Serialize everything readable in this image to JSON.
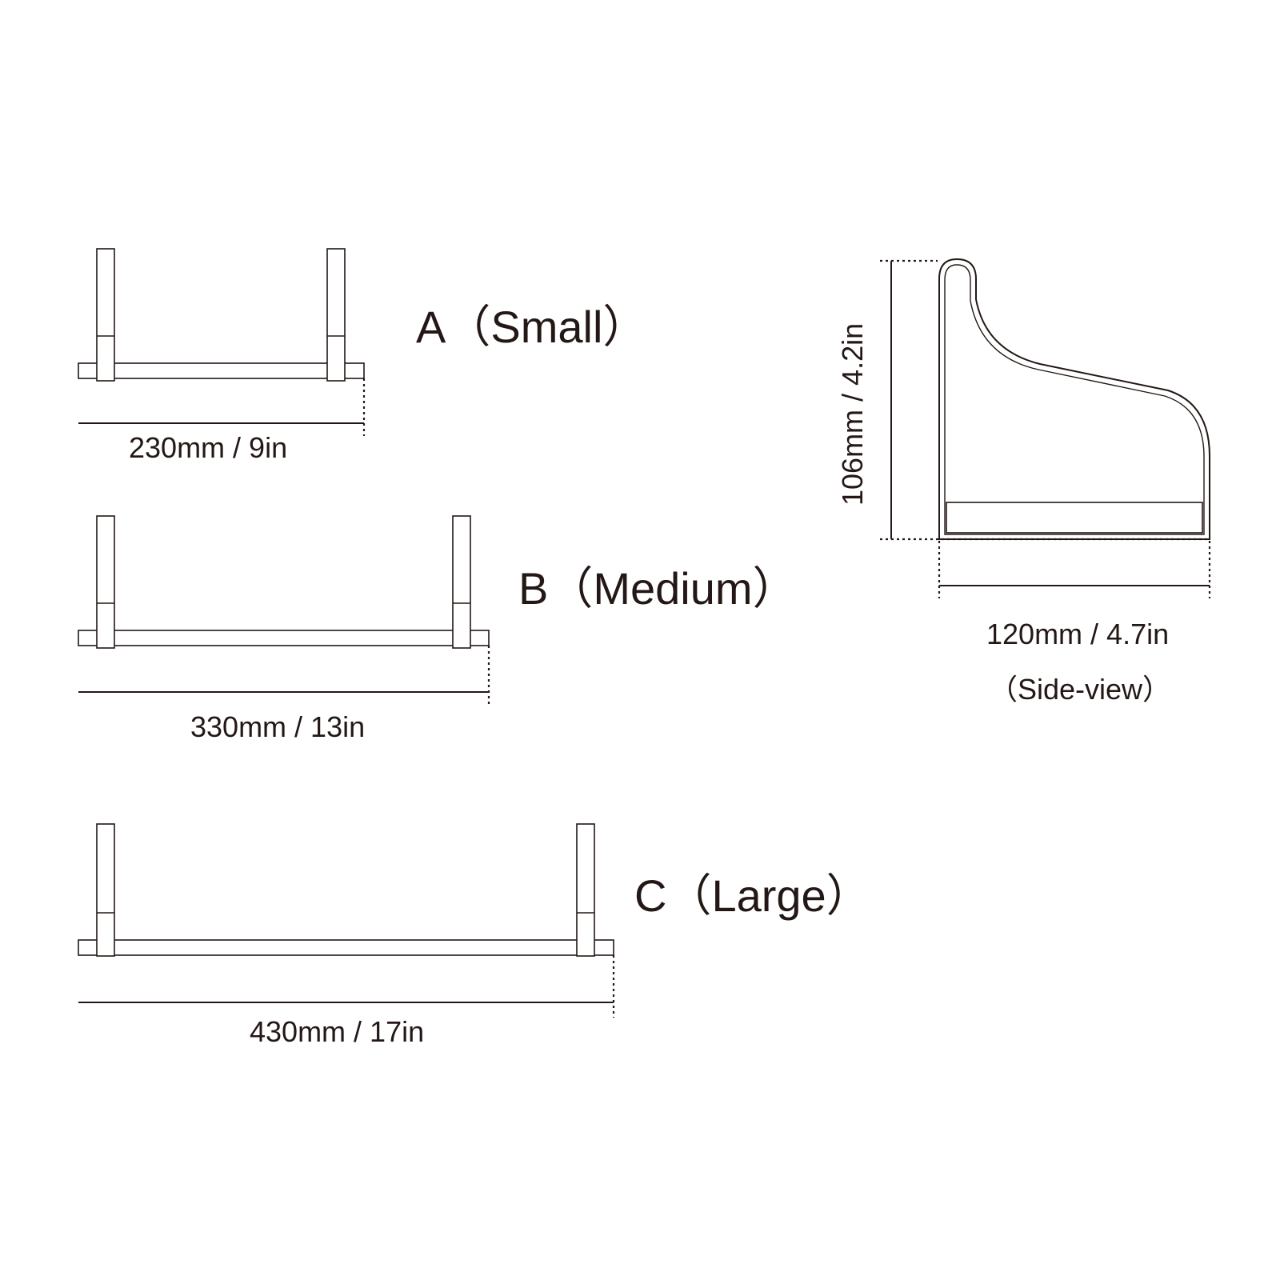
{
  "diagram": {
    "shelves": [
      {
        "id": "a",
        "title": "A（Small）",
        "dimension": "230mm / 9in"
      },
      {
        "id": "b",
        "title": "B（Medium）",
        "dimension": "330mm / 13in"
      },
      {
        "id": "c",
        "title": "C（Large）",
        "dimension": "430mm / 17in"
      }
    ],
    "side_view": {
      "height_label": "106mm / 4.2in",
      "width_label": "120mm / 4.7in",
      "caption": "（Side-view）"
    }
  }
}
